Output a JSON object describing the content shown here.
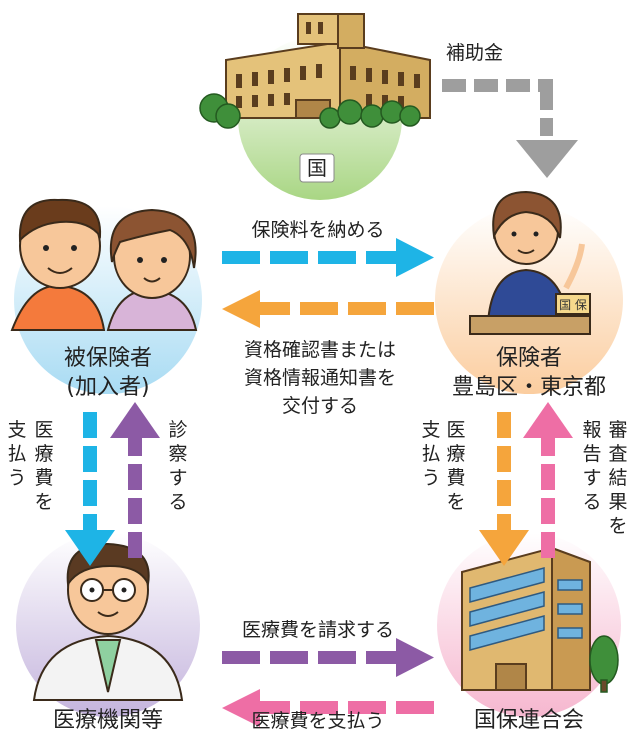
{
  "nodes": {
    "kuni": {
      "label": "国"
    },
    "insured": {
      "label_line1": "被保険者",
      "label_line2": "(加入者)"
    },
    "insurer": {
      "label_line1": "保険者",
      "label_line2": "豊島区・東京都"
    },
    "medical": {
      "label": "医療機関等"
    },
    "kokuho": {
      "label": "国保連合会"
    }
  },
  "flows": {
    "subsidy": {
      "label": "補助金"
    },
    "premium": {
      "label": "保険料を納める"
    },
    "certificate": {
      "lines": [
        "資格確認書または",
        "資格情報通知書を",
        "交付する"
      ]
    },
    "insured_pay": {
      "col1": "医療費を",
      "col2": "支払う"
    },
    "examine": {
      "col1": "診察する"
    },
    "claim": {
      "label": "医療費を請求する"
    },
    "pay": {
      "label": "医療費を支払う"
    },
    "insurer_pay": {
      "col1": "医療費を",
      "col2": "支払う"
    },
    "report": {
      "col1": "審査結果を",
      "col2": "報告する"
    }
  },
  "icons": [
    "government-building-icon",
    "family-icon",
    "clerk-icon",
    "doctor-icon",
    "office-building-icon"
  ],
  "colors": {
    "gray": "#9e9e9e",
    "cyan": "#1eb4e6",
    "orange": "#f5a53c",
    "purple": "#8c5aa5",
    "pink": "#ee6ea5",
    "green_circle": "#b8dc94",
    "blue_circle": "#bfe3f5",
    "peach_circle": "#fcd8b4",
    "lavender_circle": "#d4c8e6",
    "pink_circle": "#f8c8d8"
  }
}
